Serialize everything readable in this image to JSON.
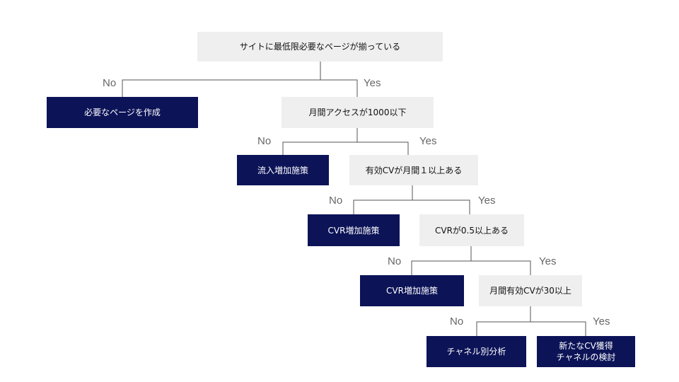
{
  "nodes": {
    "q1": "サイトに最低限必要なページが揃っている",
    "a1": "必要なページを作成",
    "q2": "月間アクセスが1000以下",
    "a2": "流入増加施策",
    "q3": "有効CVが月間１以上ある",
    "a3": "CVR増加施策",
    "q4": "CVRが0.5以上ある",
    "a4": "CVR増加施策",
    "q5": "月間有効CVが30以上",
    "a5": "チャネル別分析",
    "a6": "新たなCV獲得\nチャネルの検討"
  },
  "labels": {
    "no": "No",
    "yes": "Yes"
  },
  "colors": {
    "question_fill": "#efefef",
    "answer_fill": "#0c1357",
    "connector": "#555555",
    "branch_label": "#666666"
  }
}
